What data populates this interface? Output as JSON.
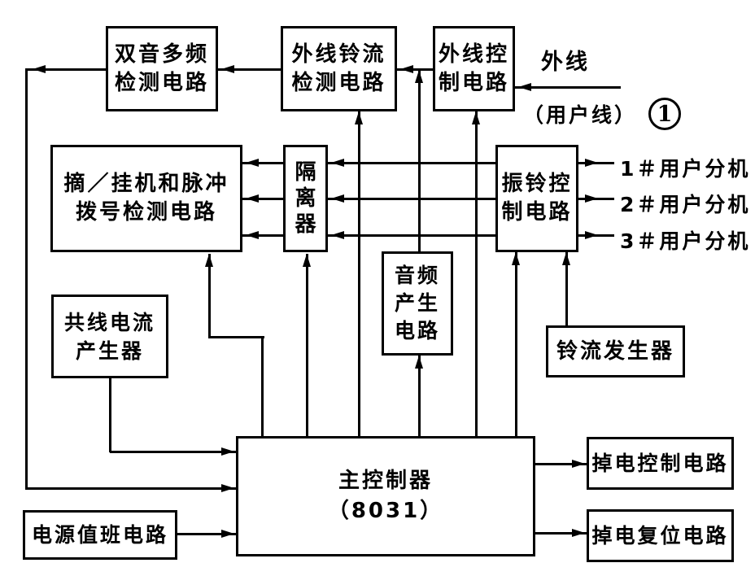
{
  "figure": {
    "number": "1",
    "boxes": {
      "dtmf_detect": [
        "双音多频",
        "检测电路"
      ],
      "outside_ring_detect": [
        "外线铃流",
        "检测电路"
      ],
      "outside_line_control": [
        "外线控",
        "制电路"
      ],
      "hook_pulse_detect": [
        "摘／挂机和脉冲",
        "拨号检测电路"
      ],
      "isolator": [
        "隔",
        "离",
        "器"
      ],
      "ring_control": [
        "振铃控",
        "制电路"
      ],
      "audio_gen": [
        "音频",
        "产生",
        "电路"
      ],
      "common_line_current": [
        "共线电流",
        "产生器"
      ],
      "ring_current_gen": [
        "铃流发生器"
      ],
      "main_controller": [
        "主控制器",
        "（8031）"
      ],
      "power_standby": [
        "电源值班电路"
      ],
      "power_down_control": [
        "掉电控制电路"
      ],
      "power_down_reset": [
        "掉电复位电路"
      ]
    },
    "labels": {
      "outside_line": "外线",
      "subscriber_line": "（用户线）",
      "extension_1": "1＃用户分机",
      "extension_2": "2＃用户分机",
      "extension_3": "3＃用户分机"
    },
    "line_color": "#000000",
    "background": "#ffffff"
  }
}
